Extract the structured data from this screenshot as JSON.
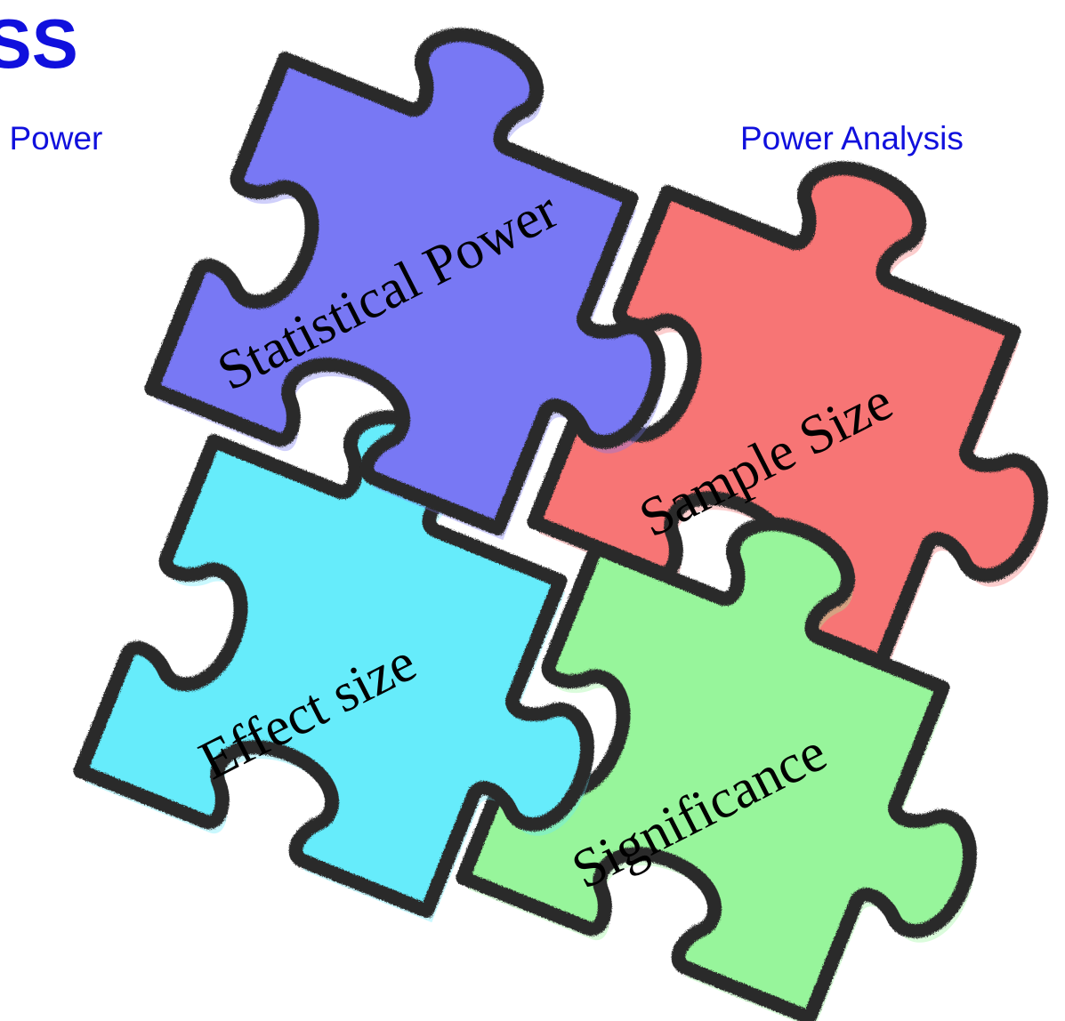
{
  "header": {
    "title": "iSS",
    "subtitle_left": "l Power",
    "subtitle_right": "Power Analysis"
  },
  "diagram": {
    "pieces": [
      {
        "id": "statistical-power",
        "label": "Statistical Power",
        "color": "#7878f4"
      },
      {
        "id": "sample-size",
        "label": "Sample Size",
        "color": "#f77474"
      },
      {
        "id": "effect-size",
        "label": "Effect size",
        "color": "#66ecfb"
      },
      {
        "id": "significance",
        "label": "Significance",
        "color": "#97f59b"
      }
    ],
    "outline_color": "#2a2a2a"
  }
}
